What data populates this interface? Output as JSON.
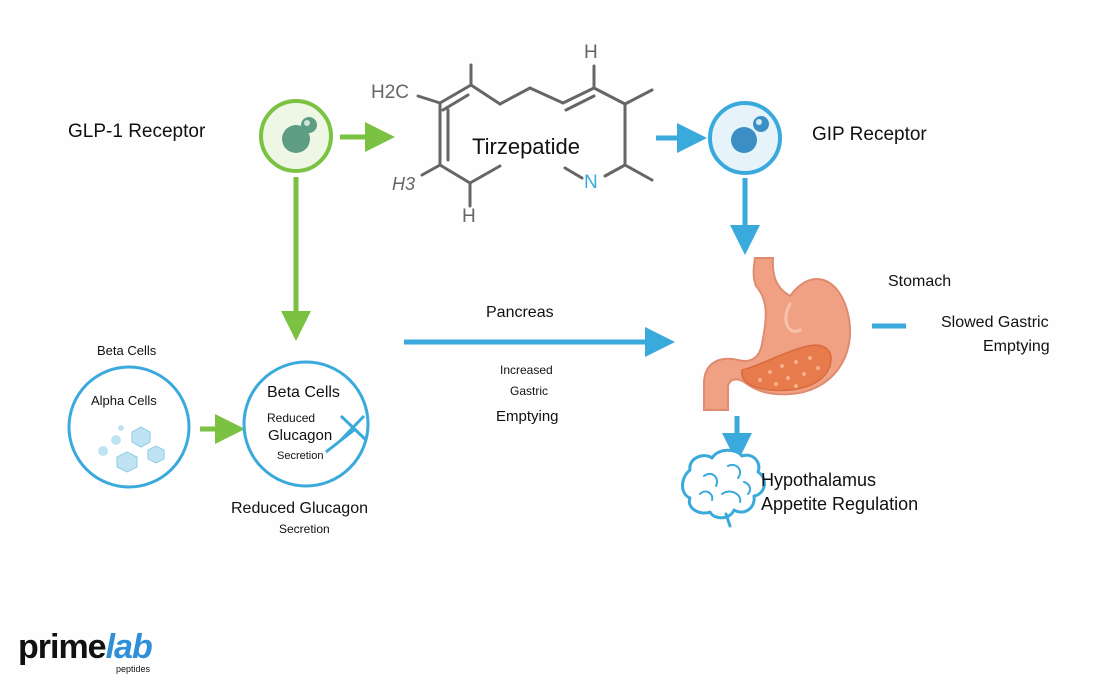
{
  "diagram": {
    "glp1_label": "GLP-1 Receptor",
    "gip_label": "GIP Receptor",
    "drug_name": "Tirzepatide",
    "molecule_atoms": {
      "h2c": "H2C",
      "h3": "H3",
      "h_top": "H",
      "h_bottom": "H",
      "n": "N"
    },
    "beta_cells_top": "Beta Cells",
    "alpha_cells": "Alpha Cells",
    "beta_cells_inner": "Beta Cells",
    "reduced_small": "Reduced",
    "glucagon": "Glucagon",
    "secretion_small": "Secretion",
    "reduced_glucagon": "Reduced Glucagon",
    "secretion_bottom": "Secretion",
    "pancreas": "Pancreas",
    "increased": "Increased",
    "gastric": "Gastric",
    "emptying_mid": "Emptying",
    "stomach": "Stomach",
    "slowed_gastric": "Slowed Gastric",
    "emptying_right": "Emptying",
    "hypothalamus": "Hypothalamus",
    "appetite_regulation": "Appetite Regulation"
  },
  "logo": {
    "prime": "prime",
    "lab": "lab",
    "sub": "peptides"
  },
  "colors": {
    "green": "#7cc242",
    "blue": "#3aa9dc",
    "stomach": "#f0a184",
    "molecule": "#666666"
  }
}
